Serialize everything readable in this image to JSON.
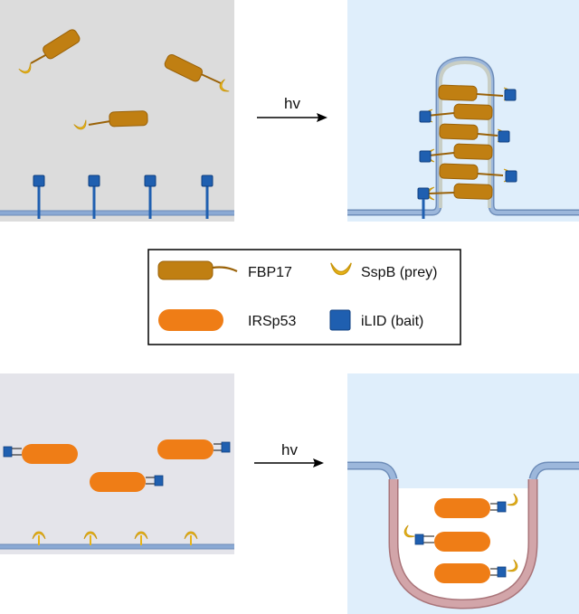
{
  "top_arrow_label": "hv",
  "bottom_arrow_label": "hv",
  "legend": {
    "items": [
      {
        "label": "FBP17",
        "icon": "fbp17-rod-icon"
      },
      {
        "label": "SspB (prey)",
        "icon": "sspb-crescent-icon"
      },
      {
        "label": "IRSp53",
        "icon": "irsp53-capsule-icon"
      },
      {
        "label": "iLID (bait)",
        "icon": "ilid-square-icon"
      }
    ]
  },
  "colors": {
    "fbp17": "#c07f12",
    "fbp17_stroke": "#9a6208",
    "sspb": "#e8b418",
    "irsp53": "#ef7d16",
    "ilid": "#1f5fb0",
    "ilid_stroke": "#0f3f80",
    "panel_gray": "#dcdcdc",
    "panel_blue": "#dfeefb",
    "membrane_blue": "#8aa9d4",
    "membrane_pink": "#c99a9e"
  }
}
